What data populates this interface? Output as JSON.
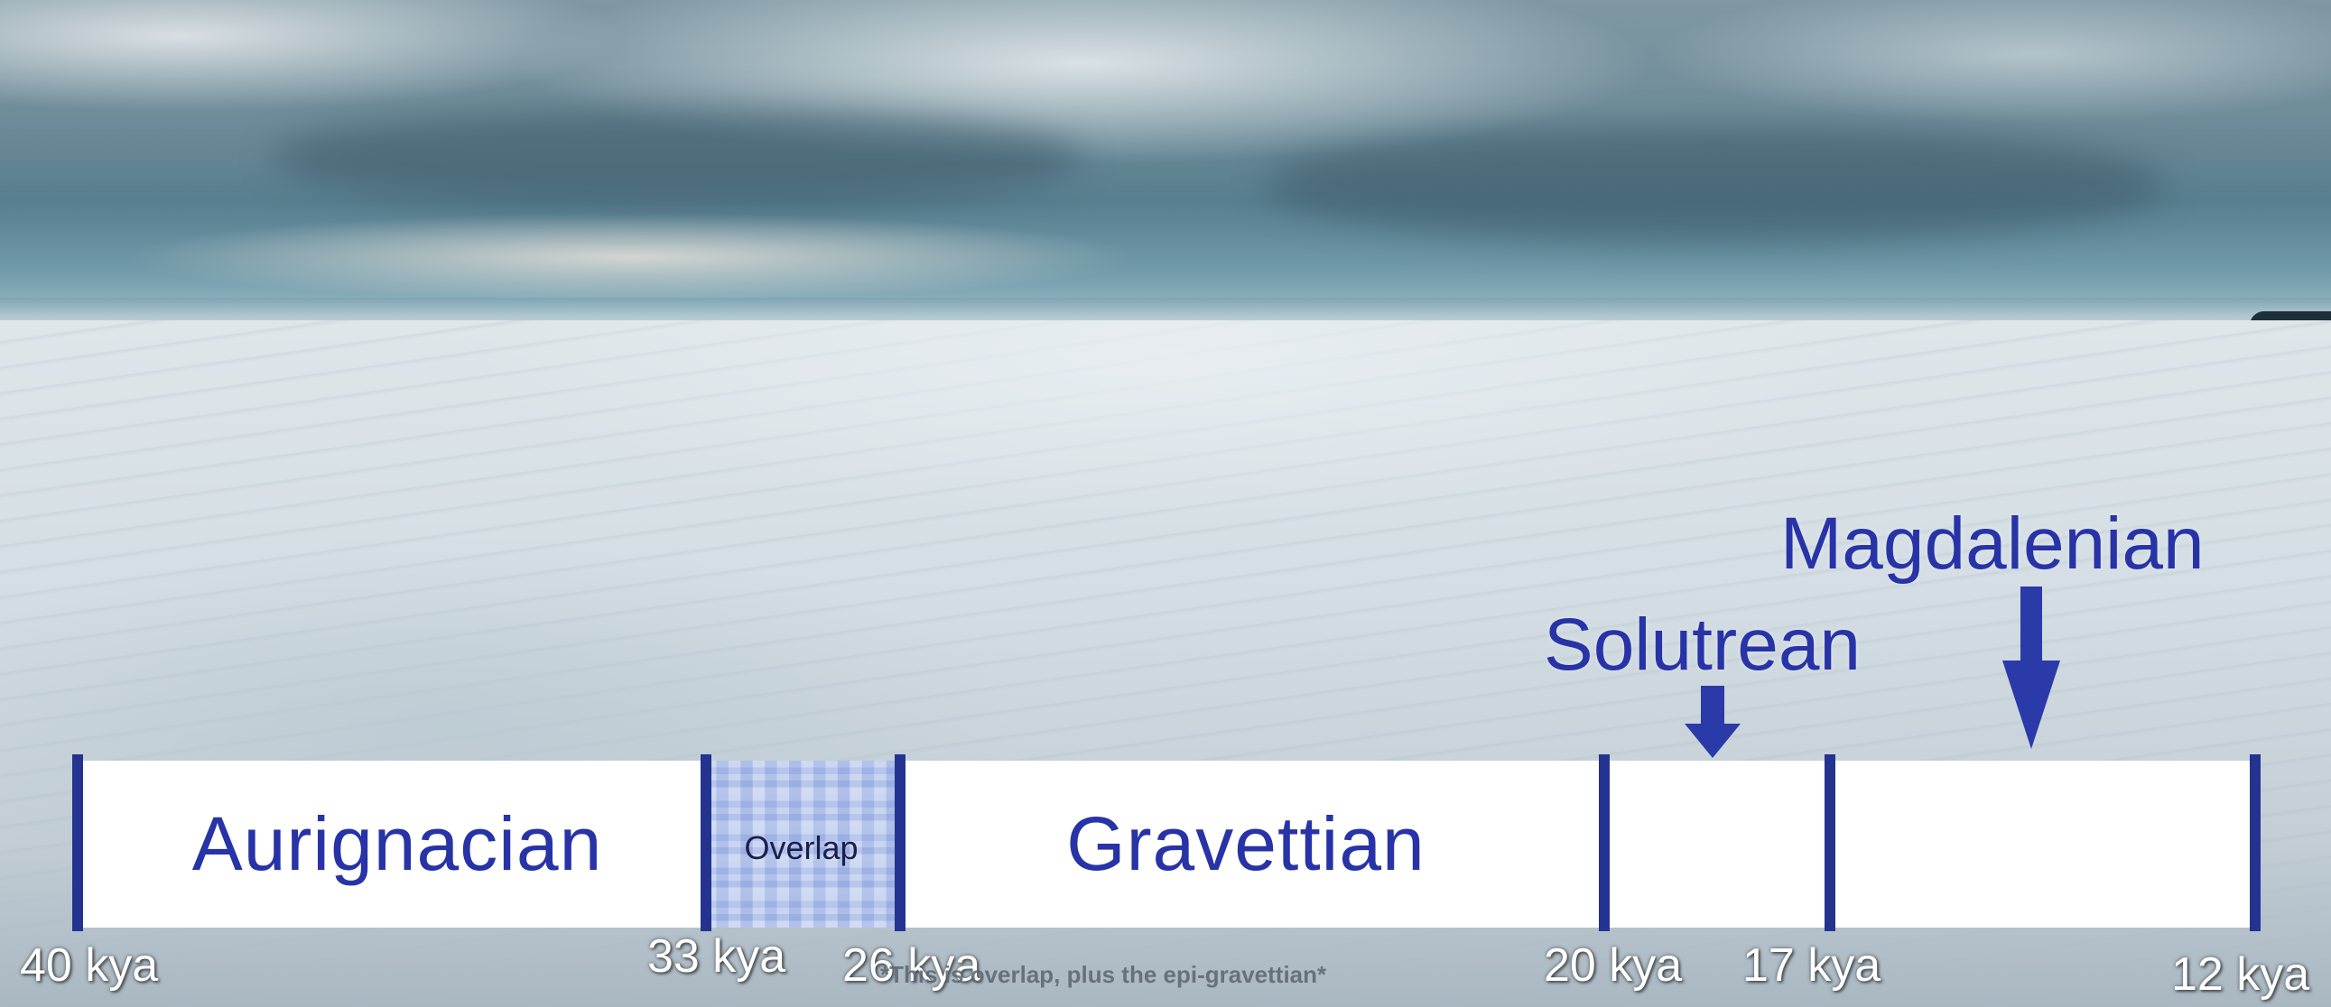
{
  "timeline": {
    "periods": [
      {
        "label": "Aurignacian"
      },
      {
        "label": "Overlap"
      },
      {
        "label": "Gravettian"
      }
    ],
    "ticks": [
      {
        "label": "40 kya",
        "value_kya": 40
      },
      {
        "label": "33 kya",
        "value_kya": 33
      },
      {
        "label": "26 kya",
        "value_kya": 26
      },
      {
        "label": "20 kya",
        "value_kya": 20
      },
      {
        "label": "17 kya",
        "value_kya": 17
      },
      {
        "label": "12 kya",
        "value_kya": 12
      }
    ],
    "callouts": [
      {
        "label": "Solutrean",
        "arrow_icon": "arrow-down-icon"
      },
      {
        "label": "Magdalenian",
        "arrow_icon": "arrow-down-icon"
      }
    ],
    "footnote": "*This is overlap, plus the epi-gravettian*"
  },
  "colors": {
    "label_blue": "#2733a6",
    "divider_blue": "#24338f",
    "bar_fill": "#ffffff"
  }
}
